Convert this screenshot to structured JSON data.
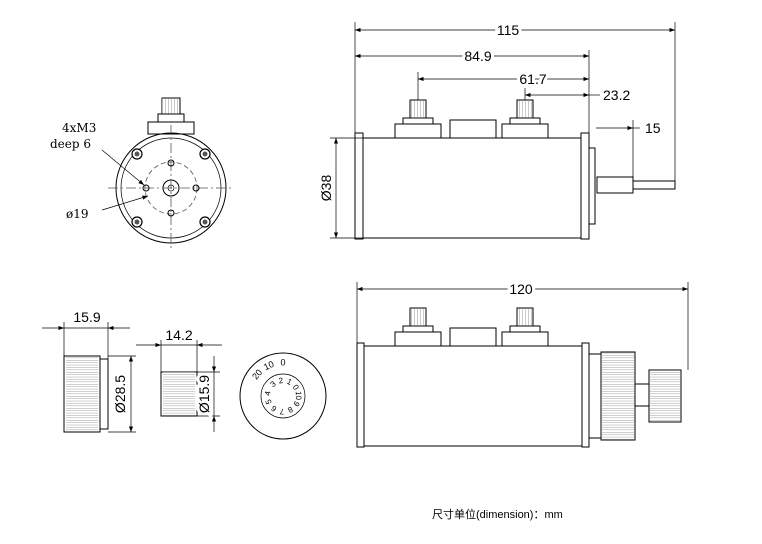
{
  "dimensions": {
    "top_overall": "115",
    "top_mid": "84.9",
    "top_connector": "61.7",
    "top_offset": "23.2",
    "top_shaft": "15",
    "diameter_body": "Ø38",
    "bottom_overall": "120",
    "knob_large_width": "15.9",
    "knob_large_dia": "Ø28.5",
    "knob_small_width": "14.2",
    "knob_small_dia": "Ø15.9"
  },
  "front_view": {
    "thread_label_1": "4xM3",
    "thread_label_2": "deep 6",
    "bolt_circle": "ø19"
  },
  "dial": {
    "outer_labels": [
      "20",
      "10",
      "0"
    ],
    "inner_labels": [
      "3",
      "2",
      "1",
      "0",
      "10",
      "9",
      "8",
      "7",
      "6",
      "5",
      "4"
    ]
  },
  "unit_note": "尺寸单位(dimension)：mm"
}
